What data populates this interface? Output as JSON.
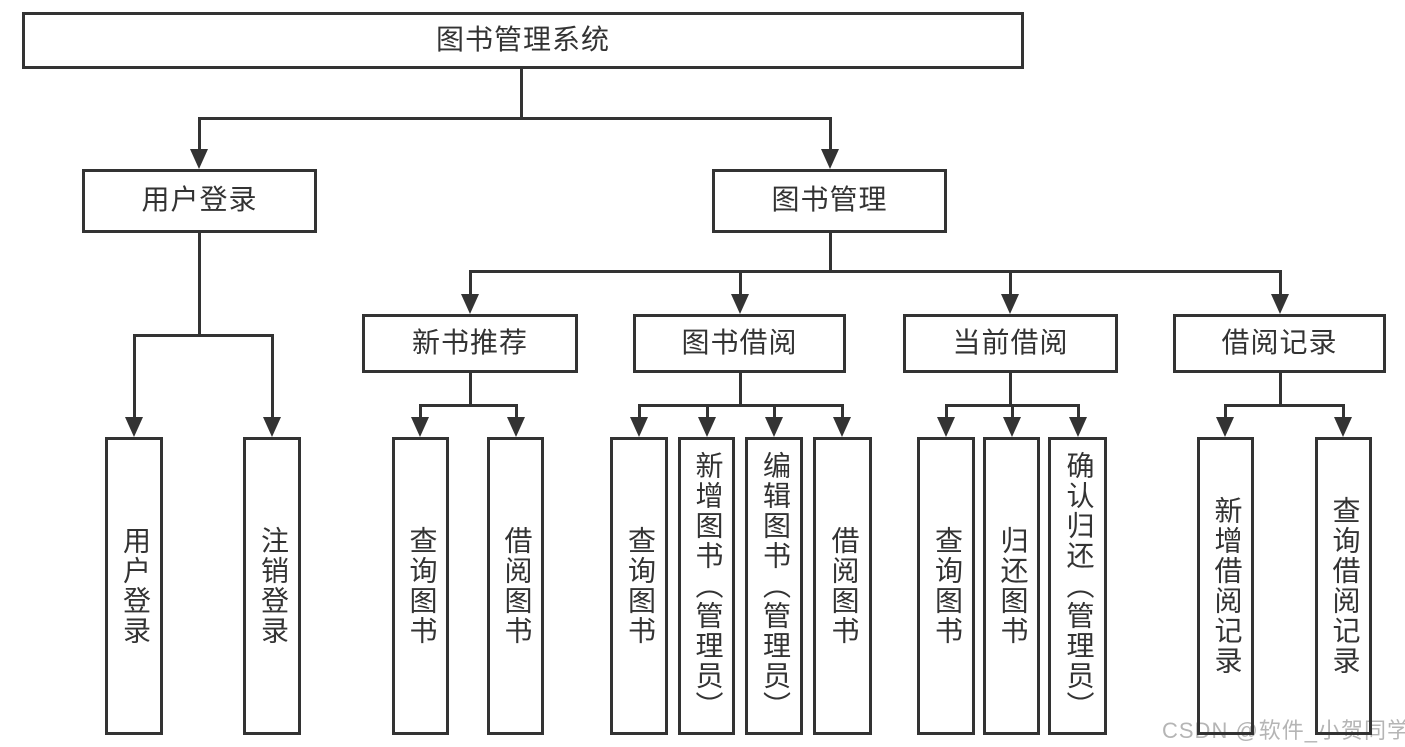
{
  "nodes": {
    "root": "图书管理系统",
    "branches": [
      {
        "label": "用户登录",
        "leaves": [
          "用户登录",
          "注销登录"
        ]
      },
      {
        "label": "图书管理",
        "groups": [
          {
            "label": "新书推荐",
            "leaves": [
              "查询图书",
              "借阅图书"
            ]
          },
          {
            "label": "图书借阅",
            "leaves": [
              "查询图书",
              "新增图书（管理员）",
              "编辑图书（管理员）",
              "借阅图书"
            ]
          },
          {
            "label": "当前借阅",
            "leaves": [
              "查询图书",
              "归还图书",
              "确认归还（管理员）"
            ]
          },
          {
            "label": "借阅记录",
            "leaves": [
              "新增借阅记录",
              "查询借阅记录"
            ]
          }
        ]
      }
    ]
  },
  "watermark": "CSDN @软件_小贺同学",
  "colors": {
    "line": "#333333",
    "text": "#333333",
    "watermark": "#b5b5b5",
    "background": "#ffffff"
  }
}
